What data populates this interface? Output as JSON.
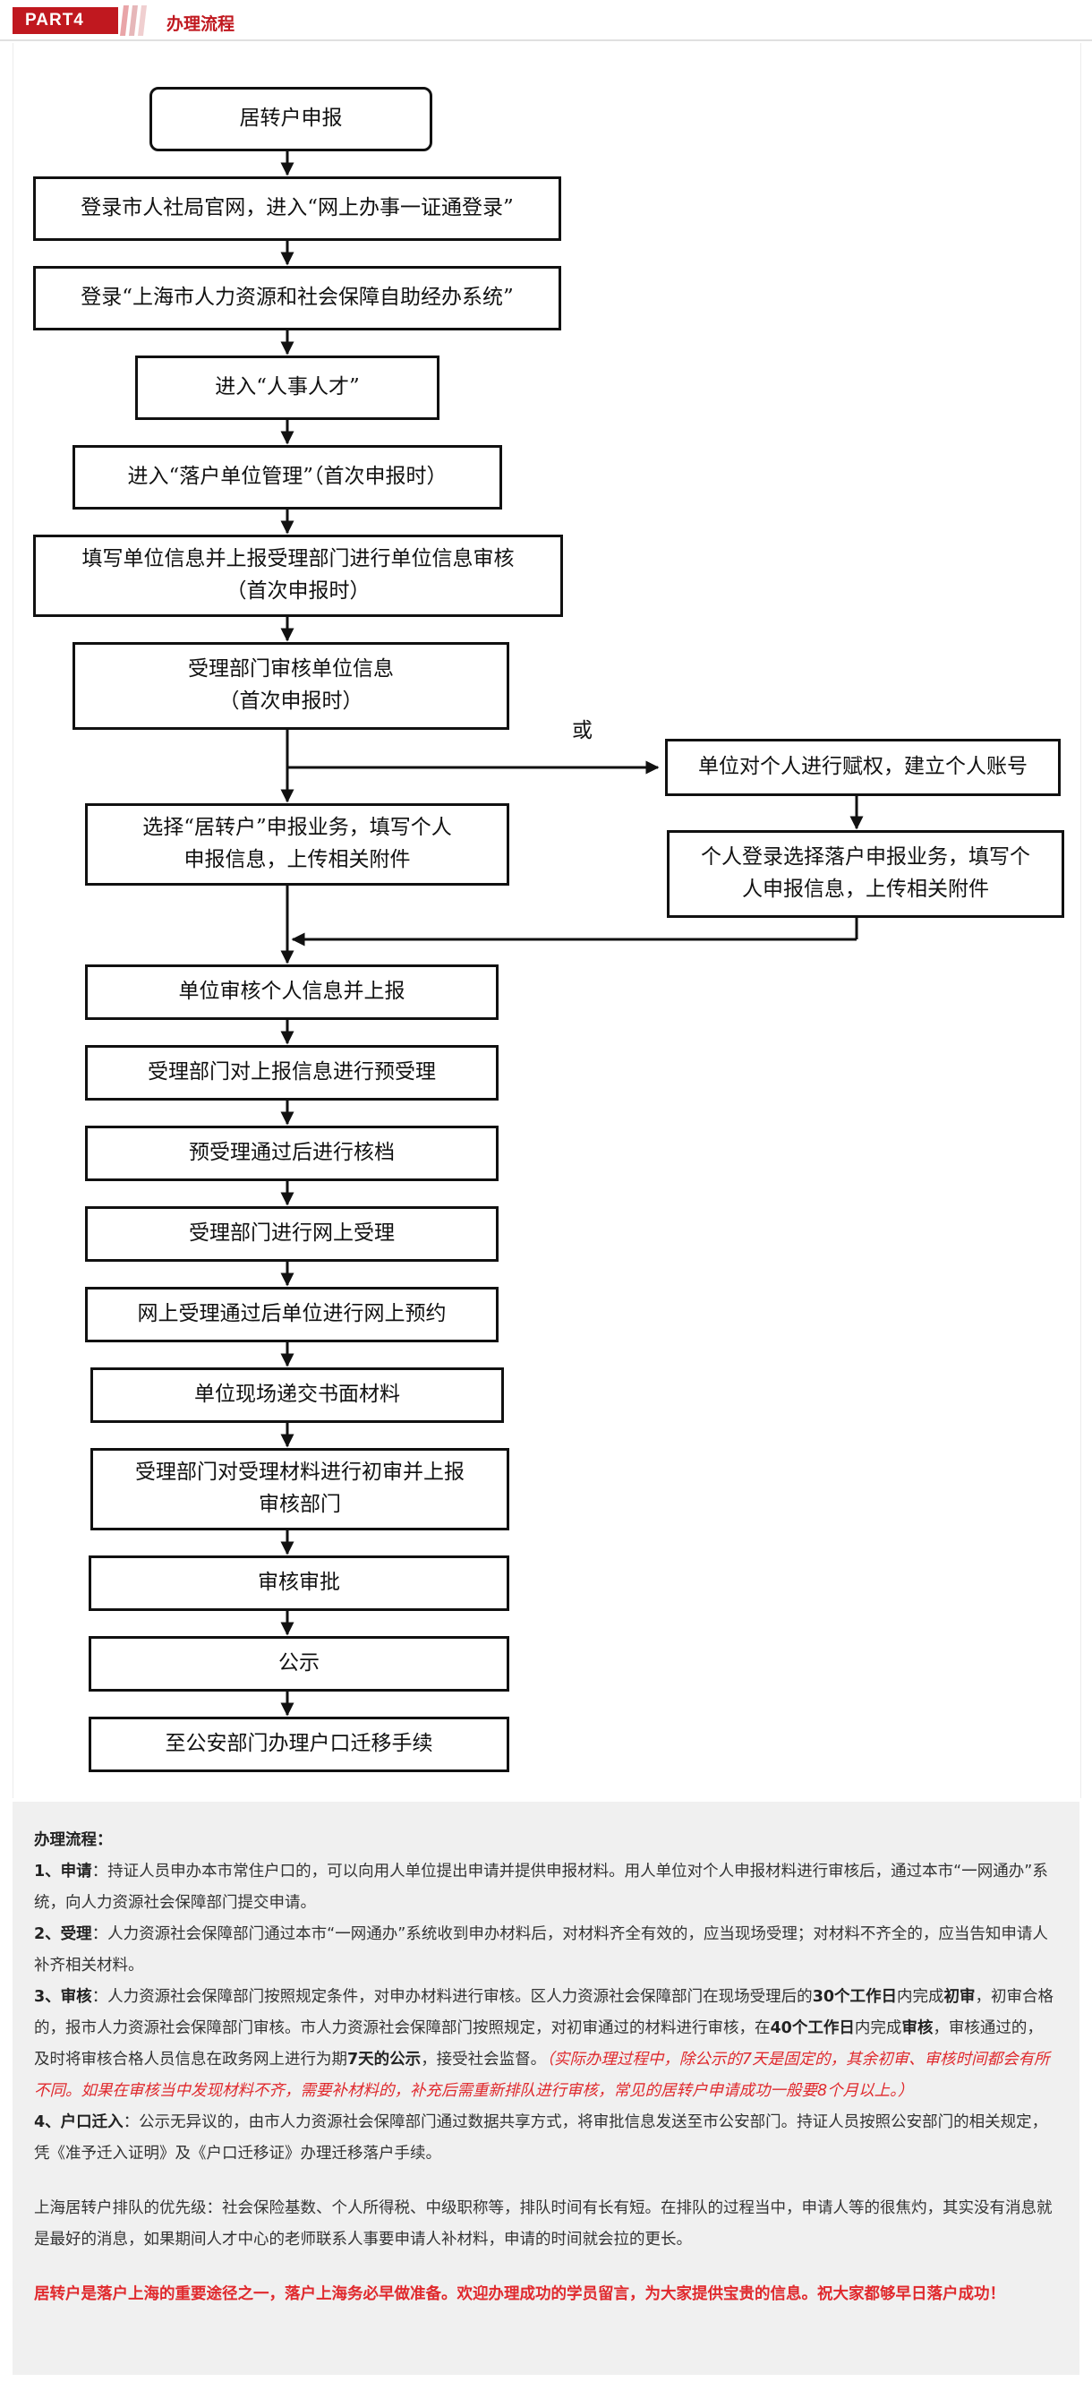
{
  "header": {
    "tag": "PART4",
    "title": "办理流程"
  },
  "flow": {
    "n1": "居转户申报",
    "n2": "登录市人社局官网，进入“网上办事一证通登录”",
    "n3": "登录“上海市人力资源和社会保障自助经办系统”",
    "n4": "进入“人事人才”",
    "n5": "进入“落户单位管理”（首次申报时）",
    "n6a": "填写单位信息并上报受理部门进行单位信息审核",
    "n6b": "（首次申报时）",
    "n7a": "受理部门审核单位信息",
    "n7b": "（首次申报时）",
    "or": "或",
    "n8a": "选择“居转户”申报业务，填写个人",
    "n8b": "申报信息，上传相关附件",
    "r1": "单位对个人进行赋权，建立个人账号",
    "r2a": "个人登录选择落户申报业务，填写个",
    "r2b": "人申报信息，上传相关附件",
    "n9": "单位审核个人信息并上报",
    "n10": "受理部门对上报信息进行预受理",
    "n11": "预受理通过后进行核档",
    "n12": "受理部门进行网上受理",
    "n13": "网上受理通过后单位进行网上预约",
    "n14": "单位现场递交书面材料",
    "n15a": "受理部门对受理材料进行初审并上报",
    "n15b": "审核部门",
    "n16": "审核审批",
    "n17": "公示",
    "n18": "至公安部门办理户口迁移手续"
  },
  "text": {
    "heading": "办理流程：",
    "s1_title": "1、申请",
    "s1_body": "：持证人员申办本市常住户口的，可以向用人单位提出申请并提供申报材料。用人单位对个人申报材料进行审核后，通过本市“一网通办”系统，向人力资源社会保障部门提交申请。",
    "s2_title": "2、受理",
    "s2_body": "：人力资源社会保障部门通过本市“一网通办”系统收到申办材料后，对材料齐全有效的，应当现场受理；对材料不齐全的，应当告知申请人补齐相关材料。",
    "s3_title": "3、审核",
    "s3_body1": "：人力资源社会保障部门按照规定条件，对申办材料进行审核。区人力资源社会保障部门在现场受理后的",
    "s3_b1": "30个工作日",
    "s3_body2": "内完成",
    "s3_b2": "初审",
    "s3_body3": "，初审合格的，报市人力资源社会保障部门审核。市人力资源社会保障部门按照规定，对初审通过的材料进行审核，在",
    "s3_b3": "40个工作日",
    "s3_body4": "内完成",
    "s3_b4": "审核",
    "s3_body5": "，审核通过的，及时将审核合格人员信息在政务网上进行为期",
    "s3_b5": "7天的公示",
    "s3_body6": "，接受社会监督。",
    "s3_note": "（实际办理过程中，除公示的7天是固定的，其余初审、审核时间都会有所不同。如果在审核当中发现材料不齐，需要补材料的，补充后需重新排队进行审核，常见的居转户申请成功一般要8个月以上。）",
    "s4_title": "4、户口迁入",
    "s4_body": "：公示无异议的，由市人力资源社会保障部门通过数据共享方式，将审批信息发送至市公安部门。持证人员按照公安部门的相关规定，凭《准予迁入证明》及《户口迁移证》办理迁移落户手续。",
    "priority": "上海居转户排队的优先级：社会保险基数、个人所得税、中级职称等，排队时间有长有短。在排队的过程当中，申请人等的很焦灼，其实没有消息就是最好的消息，如果期间人才中心的老师联系人事要申请人补材料，申请的时间就会拉的更长。",
    "closing": "居转户是落户上海的重要途径之一，落户上海务必早做准备。欢迎办理成功的学员留言，为大家提供宝贵的信息。祝大家都够早日落户成功！"
  },
  "colors": {
    "accent": "#c0181f",
    "note_red": "#e0292d",
    "panel_bg": "#f0f0f0"
  }
}
